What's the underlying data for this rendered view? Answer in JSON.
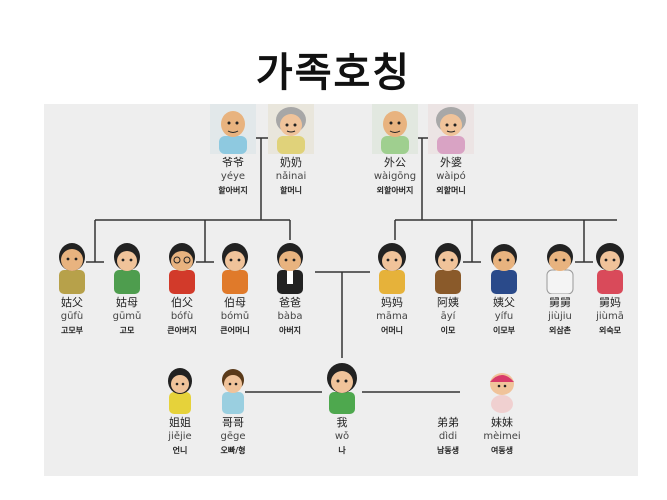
{
  "title": "가족호칭",
  "colors": {
    "panel": "#eeeeee",
    "line": "#333333"
  },
  "people": {
    "yeye": {
      "hanzi": "爷爷",
      "pinyin": "yéye",
      "korean": "할아버지"
    },
    "nainai": {
      "hanzi": "奶奶",
      "pinyin": "nǎinai",
      "korean": "할머니"
    },
    "waigong": {
      "hanzi": "外公",
      "pinyin": "wàigōng",
      "korean": "외할아버지"
    },
    "waipo": {
      "hanzi": "外婆",
      "pinyin": "wàipó",
      "korean": "외할머니"
    },
    "gufu": {
      "hanzi": "姑父",
      "pinyin": "gūfù",
      "korean": "고모부"
    },
    "gumu": {
      "hanzi": "姑母",
      "pinyin": "gūmǔ",
      "korean": "고모"
    },
    "bofu": {
      "hanzi": "伯父",
      "pinyin": "bófù",
      "korean": "큰아버지"
    },
    "bomu": {
      "hanzi": "伯母",
      "pinyin": "bómǔ",
      "korean": "큰어머니"
    },
    "baba": {
      "hanzi": "爸爸",
      "pinyin": "bàba",
      "korean": "아버지"
    },
    "mama": {
      "hanzi": "妈妈",
      "pinyin": "māma",
      "korean": "어머니"
    },
    "ayi": {
      "hanzi": "阿姨",
      "pinyin": "āyí",
      "korean": "이모"
    },
    "yifu": {
      "hanzi": "姨父",
      "pinyin": "yífu",
      "korean": "이모부"
    },
    "jiujiu": {
      "hanzi": "舅舅",
      "pinyin": "jiùjiu",
      "korean": "외삼촌"
    },
    "jiuma": {
      "hanzi": "舅妈",
      "pinyin": "jiùmā",
      "korean": "외숙모"
    },
    "jiejie": {
      "hanzi": "姐姐",
      "pinyin": "jiějie",
      "korean": "언니"
    },
    "gege": {
      "hanzi": "哥哥",
      "pinyin": "gēge",
      "korean": "오빠/형"
    },
    "wo": {
      "hanzi": "我",
      "pinyin": "wǒ",
      "korean": "나"
    },
    "didi": {
      "hanzi": "弟弟",
      "pinyin": "dìdi",
      "korean": "남동생"
    },
    "meimei": {
      "hanzi": "妹妹",
      "pinyin": "mèimei",
      "korean": "여동생"
    }
  }
}
